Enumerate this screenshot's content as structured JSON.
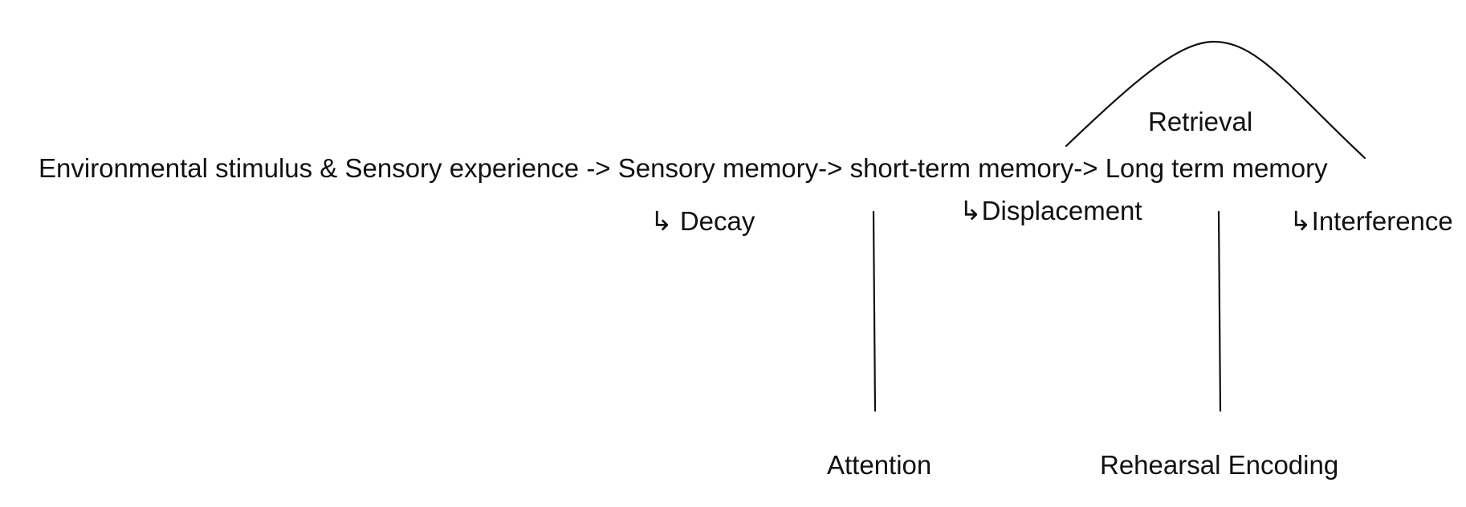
{
  "diagram": {
    "main_flow": "Environmental stimulus & Sensory experience -> Sensory memory-> short-term memory-> Long term memory",
    "decay_label": "↳ Decay",
    "displacement_label": "↳Displacement",
    "interference_label": "↳Interference",
    "retrieval_label": "Retrieval",
    "attention_label": "Attention",
    "rehearsal_encoding_label": "Rehearsal Encoding"
  }
}
